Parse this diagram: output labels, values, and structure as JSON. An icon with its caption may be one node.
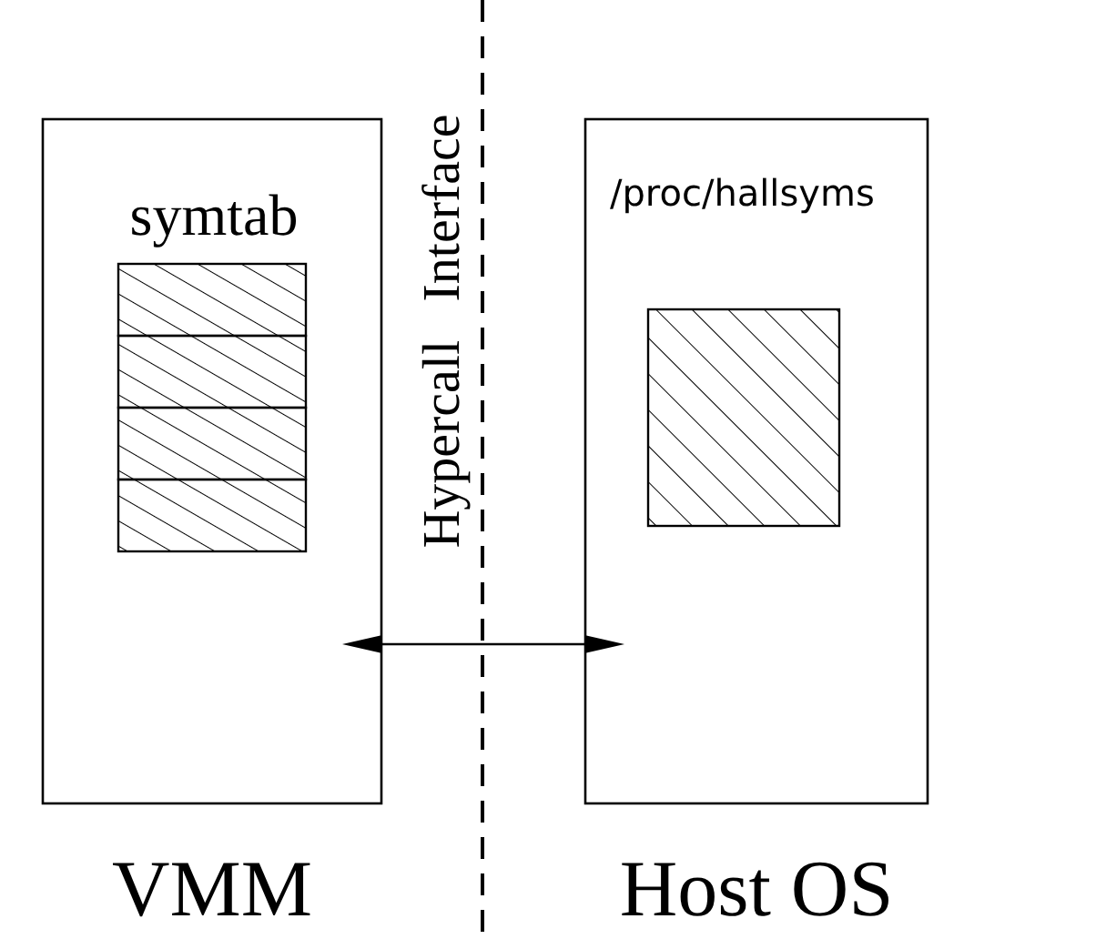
{
  "diagram": {
    "nodes": [
      {
        "text": [
          "VMM"
        ]
      },
      {
        "text": [
          "symtab"
        ],
        "in": 0
      },
      {
        "text": [
          "Host OS"
        ]
      },
      {
        "text": [
          "/proc/hallsyms"
        ],
        "in": 2
      }
    ],
    "edges": [
      {
        "from": 0,
        "to": 2,
        "arrow": "both"
      }
    ],
    "labels": [
      "Hypercall Interface"
    ]
  }
}
